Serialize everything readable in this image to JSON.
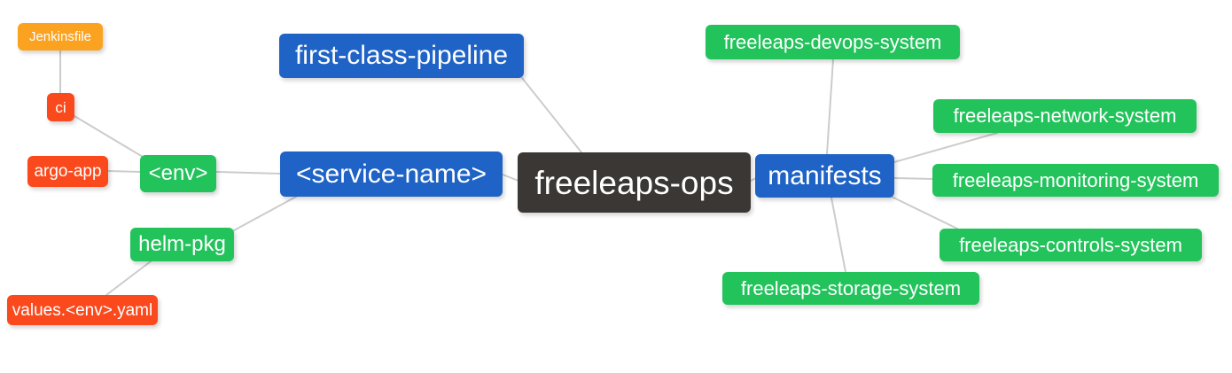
{
  "colors": {
    "root_node": "#3b3734",
    "branch_node": "#1e63c5",
    "leaf_green": "#23c35c",
    "leaf_orange": "#fba321",
    "leaf_red": "#fa4a1d",
    "edge": "#cccccc",
    "text": "#ffffff",
    "background": "#ffffff"
  },
  "mindmap": {
    "type": "mindmap",
    "root_label": "freeleaps-ops",
    "nodes": [
      {
        "id": "jenkinsfile",
        "label": "Jenkinsfile"
      },
      {
        "id": "ci",
        "label": "ci"
      },
      {
        "id": "argo-app",
        "label": "argo-app"
      },
      {
        "id": "env",
        "label": "<env>"
      },
      {
        "id": "helm-pkg",
        "label": "helm-pkg"
      },
      {
        "id": "values-env-yaml",
        "label": "values.<env>.yaml"
      },
      {
        "id": "first-class-pipeline",
        "label": "first-class-pipeline"
      },
      {
        "id": "service-name",
        "label": "<service-name>"
      },
      {
        "id": "freeleaps-ops",
        "label": "freeleaps-ops"
      },
      {
        "id": "manifests",
        "label": "manifests"
      },
      {
        "id": "freeleaps-devops-system",
        "label": "freeleaps-devops-system"
      },
      {
        "id": "freeleaps-network-system",
        "label": "freeleaps-network-system"
      },
      {
        "id": "freeleaps-monitoring-system",
        "label": "freeleaps-monitoring-system"
      },
      {
        "id": "freeleaps-controls-system",
        "label": "freeleaps-controls-system"
      },
      {
        "id": "freeleaps-storage-system",
        "label": "freeleaps-storage-system"
      }
    ],
    "edges": [
      [
        "Jenkinsfile",
        "ci"
      ],
      [
        "ci",
        "<env>"
      ],
      [
        "argo-app",
        "<env>"
      ],
      [
        "<env>",
        "<service-name>"
      ],
      [
        "helm-pkg",
        "<service-name>"
      ],
      [
        "values.<env>.yaml",
        "helm-pkg"
      ],
      [
        "<service-name>",
        "freeleaps-ops"
      ],
      [
        "first-class-pipeline",
        "freeleaps-ops"
      ],
      [
        "freeleaps-ops",
        "manifests"
      ],
      [
        "manifests",
        "freeleaps-devops-system"
      ],
      [
        "manifests",
        "freeleaps-network-system"
      ],
      [
        "manifests",
        "freeleaps-monitoring-system"
      ],
      [
        "manifests",
        "freeleaps-controls-system"
      ],
      [
        "manifests",
        "freeleaps-storage-system"
      ]
    ]
  }
}
